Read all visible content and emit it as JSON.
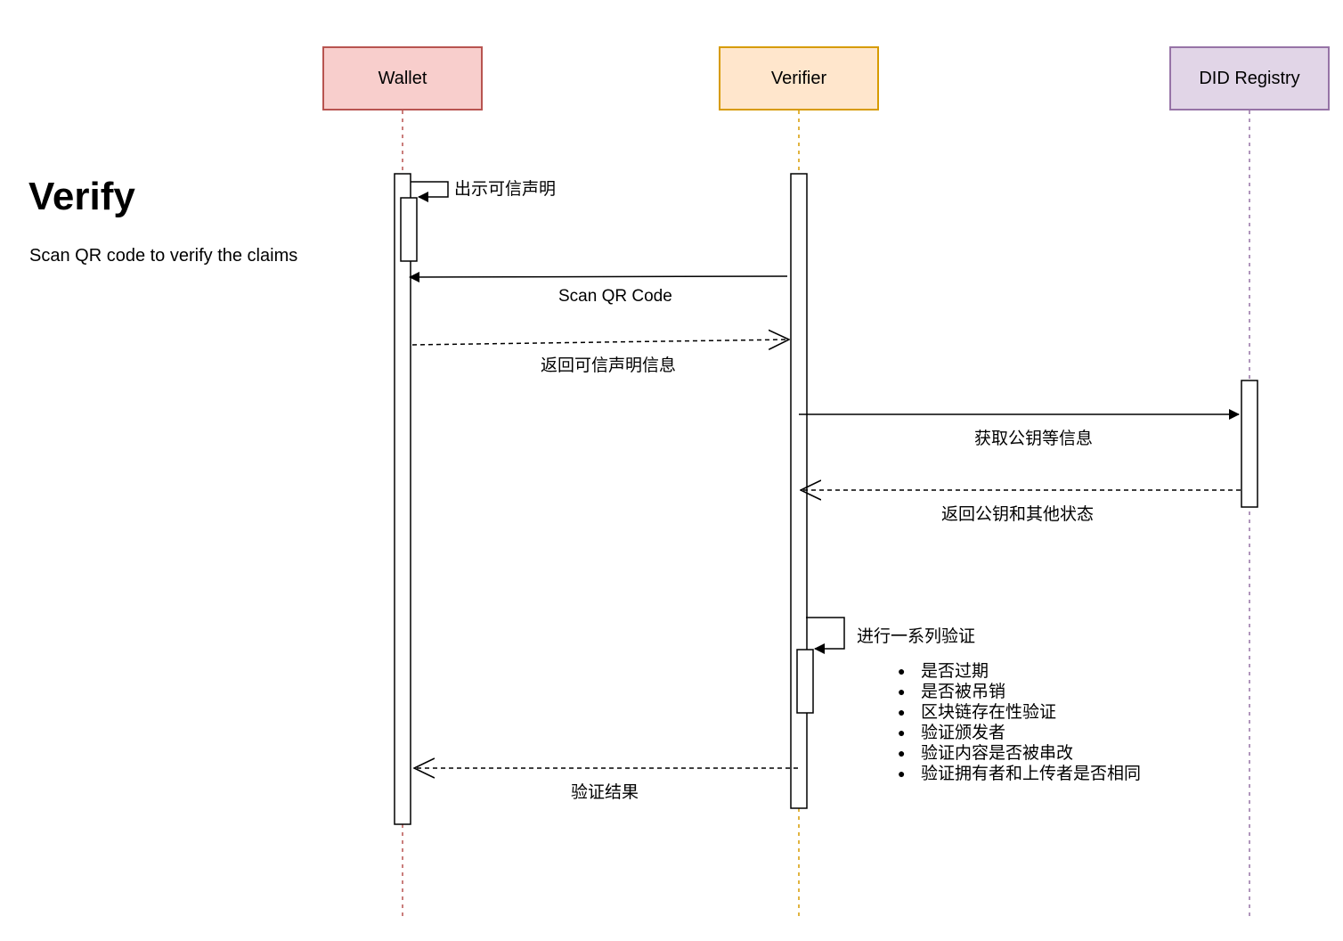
{
  "page": {
    "title": "Verify",
    "subtitle": "Scan QR code to verify the claims"
  },
  "actors": {
    "wallet": "Wallet",
    "verifier": "Verifier",
    "registry": "DID Registry"
  },
  "messages": {
    "present_credential": "出示可信声明",
    "scan_qr": "Scan QR Code",
    "return_credential": "返回可信声明信息",
    "get_public_key": "获取公钥等信息",
    "return_public_key": "返回公钥和其他状态",
    "run_verifications": "进行一系列验证",
    "verification_result": "验证结果"
  },
  "checks": [
    "是否过期",
    "是否被吊销",
    "区块链存在性验证",
    "验证颁发者",
    "验证内容是否被串改",
    "验证拥有者和上传者是否相同"
  ],
  "colors": {
    "wallet_fill": "#f8cecc",
    "wallet_border": "#b85450",
    "verifier_fill": "#ffe6cc",
    "verifier_border": "#d79b00",
    "registry_fill": "#e1d5e7",
    "registry_border": "#9673a6"
  }
}
